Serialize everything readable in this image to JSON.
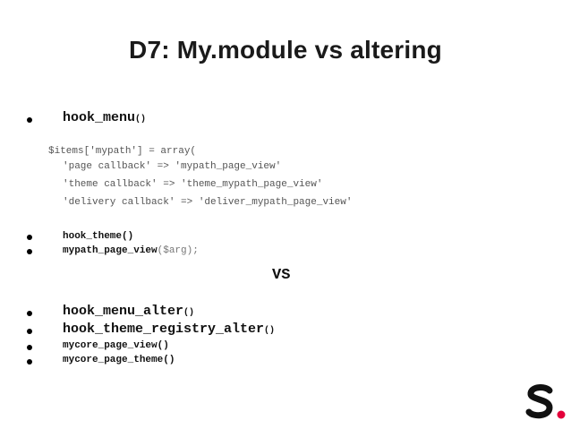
{
  "slide": {
    "title": "D7: My.module vs altering"
  },
  "section1": {
    "hook_menu": {
      "name": "hook_menu",
      "parens": "()"
    },
    "code": [
      "$items['mypath'] = array(",
      "'page callback' => 'mypath_page_view'",
      "'theme callback' => 'theme_mypath_page_view'",
      "'delivery callback' => 'deliver_mypath_page_view'"
    ]
  },
  "section2": {
    "hook_theme": "hook_theme()",
    "page_view_name": "mypath_page_view",
    "page_view_args": "($arg);"
  },
  "divider": {
    "vs": "VS"
  },
  "section3": {
    "hook_menu_alter": {
      "name": "hook_menu_alter",
      "parens": "()"
    },
    "hook_theme_registry_alter": {
      "name": "hook_theme_registry_alter",
      "parens": "()"
    },
    "mycore_page_view": "mycore_page_view()",
    "mycore_page_theme": "mycore_page_theme()"
  },
  "logo": {
    "icon": "brand-s-logo",
    "colors": {
      "letter": "#111111",
      "dot": "#e4003a"
    }
  }
}
